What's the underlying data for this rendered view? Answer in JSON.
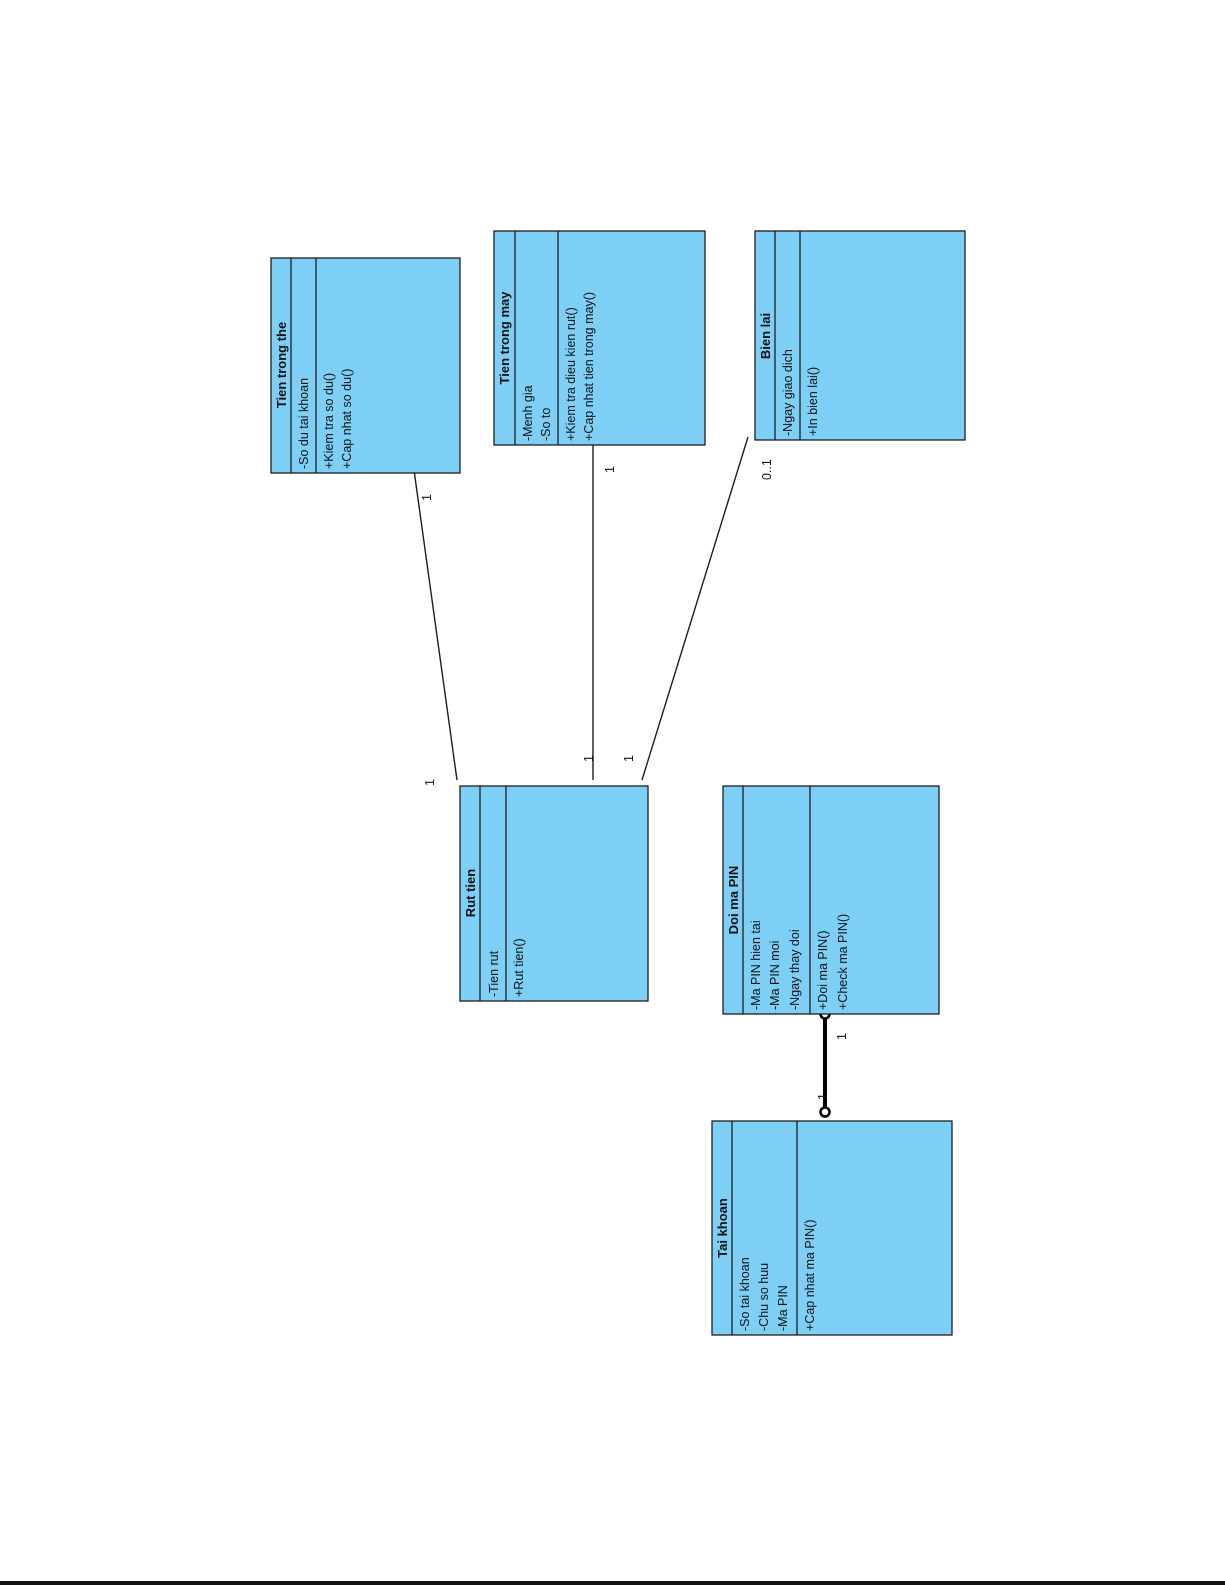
{
  "classes": {
    "tien_trong_the": {
      "name": "Tien trong the",
      "attributes": [
        "-So du tai khoan"
      ],
      "operations": [
        "+Kiem tra so du()",
        "+Cap nhat so du()"
      ]
    },
    "tien_trong_may": {
      "name": "Tien trong may",
      "attributes": [
        "-Menh gia",
        "-So to"
      ],
      "operations": [
        "+Kiem tra dieu kien rut()",
        "+Cap nhat tien trong may()"
      ]
    },
    "bien_lai": {
      "name": "Bien lai",
      "attributes": [
        "-Ngay giao dich"
      ],
      "operations": [
        "+In bien lai()"
      ]
    },
    "rut_tien": {
      "name": "Rut tien",
      "attributes": [
        "-Tien rut"
      ],
      "operations": [
        "+Rut tien()"
      ]
    },
    "doi_ma_pin": {
      "name": "Doi ma PIN",
      "attributes": [
        "-Ma PIN hien tai",
        "-Ma PIN moi",
        "-Ngay thay doi"
      ],
      "operations": [
        "+Doi ma PIN()",
        "+Check ma PIN()"
      ]
    },
    "tai_khoan": {
      "name": "Tai khoan",
      "attributes": [
        "-So tai khoan",
        "-Chu so huu",
        "-Ma PIN"
      ],
      "operations": [
        "+Cap nhat ma PIN()"
      ]
    }
  },
  "associations": [
    {
      "from": "Rut tien",
      "to": "Tien trong the",
      "from_mult": "1",
      "to_mult": "1"
    },
    {
      "from": "Rut tien",
      "to": "Tien trong may",
      "from_mult": "1",
      "to_mult": "1"
    },
    {
      "from": "Rut tien",
      "to": "Bien lai",
      "from_mult": "1",
      "to_mult": "0..1"
    },
    {
      "from": "Doi ma PIN",
      "to": "Tai khoan",
      "from_mult": "1",
      "to_mult": "1"
    }
  ],
  "colors": {
    "class_fill": "#7dcff5",
    "stroke": "#1e1e1e"
  }
}
